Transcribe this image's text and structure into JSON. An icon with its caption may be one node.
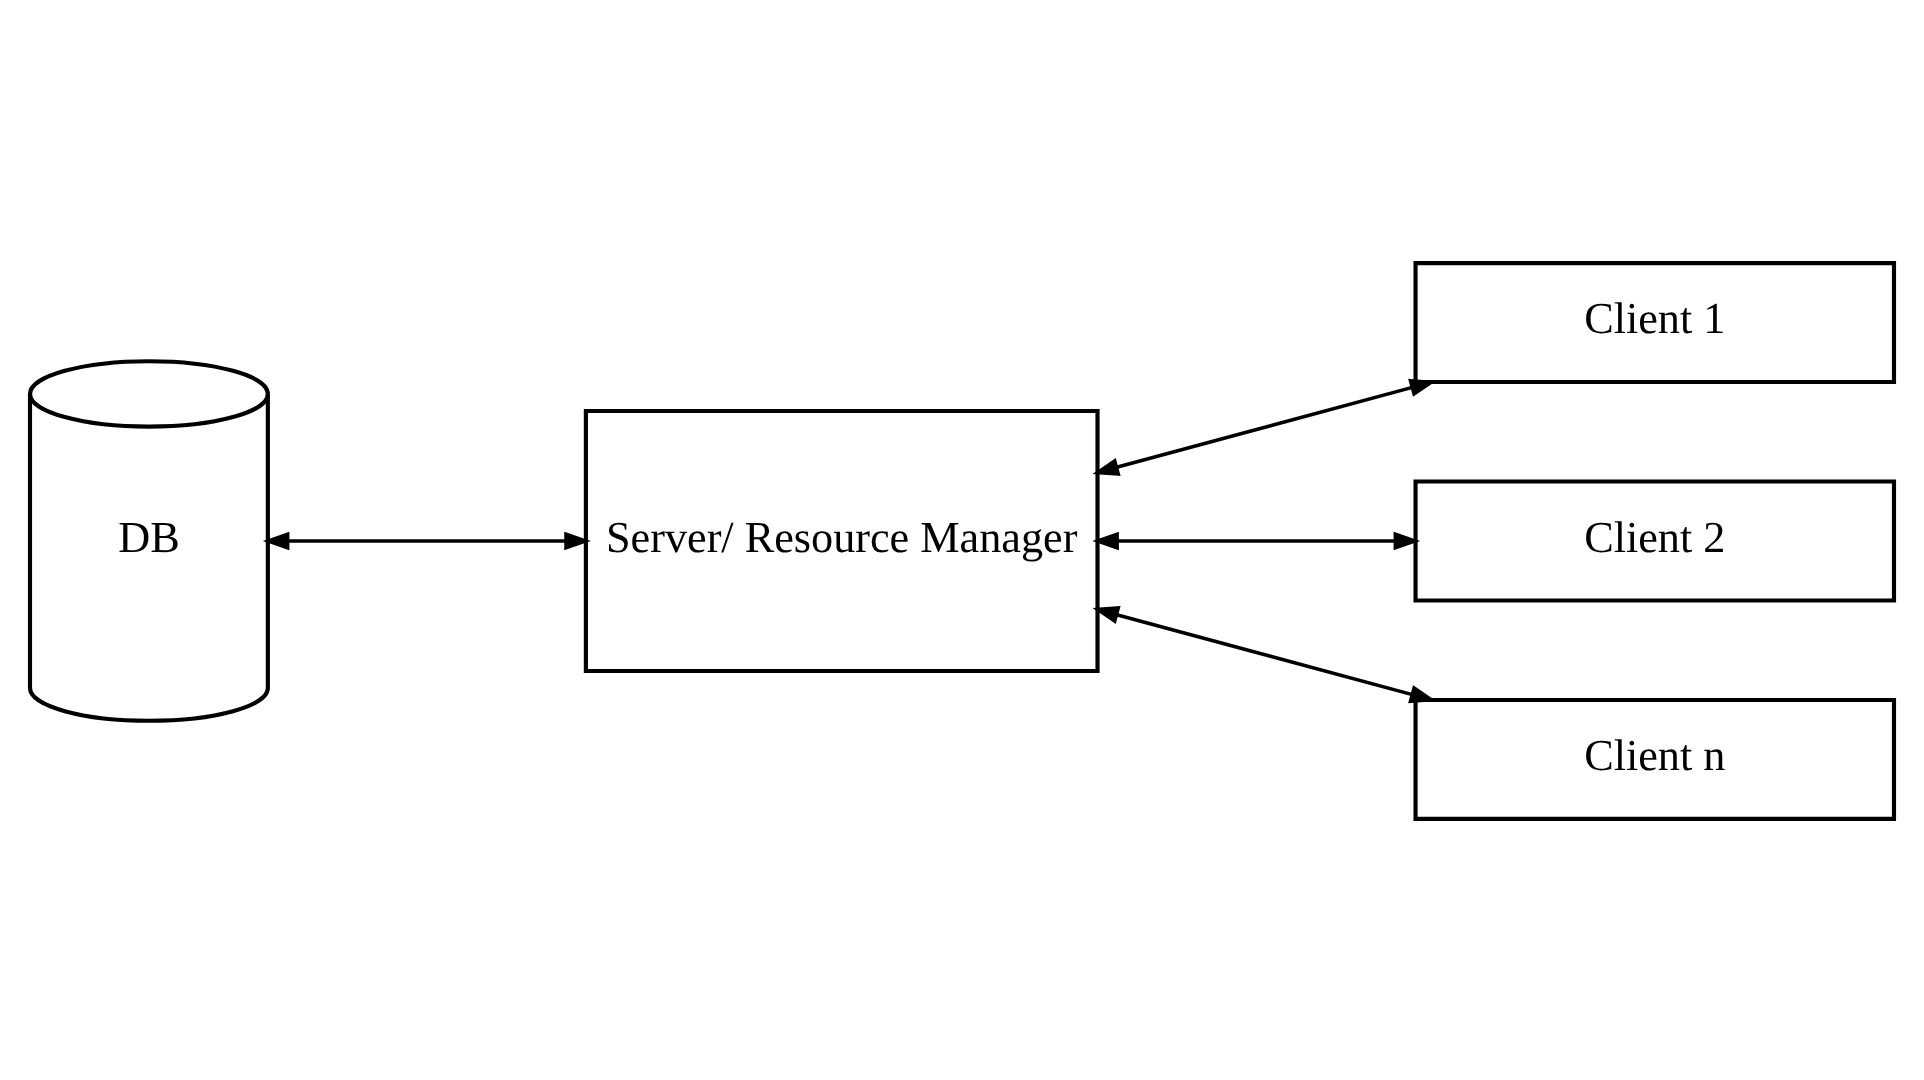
{
  "diagram": {
    "nodes": [
      {
        "text": [
          "DB"
        ]
      },
      {
        "text": [
          "Server/ Resource Manager"
        ]
      },
      {
        "text": [
          "Client 1"
        ]
      },
      {
        "text": [
          "Client 2"
        ]
      },
      {
        "text": [
          "Client n"
        ]
      }
    ],
    "edges": [
      {
        "from": 0,
        "to": 1,
        "arrow": "both"
      },
      {
        "from": 1,
        "to": 2,
        "arrow": "both"
      },
      {
        "from": 1,
        "to": 3,
        "arrow": "both"
      },
      {
        "from": 1,
        "to": 4,
        "arrow": "both"
      }
    ]
  }
}
